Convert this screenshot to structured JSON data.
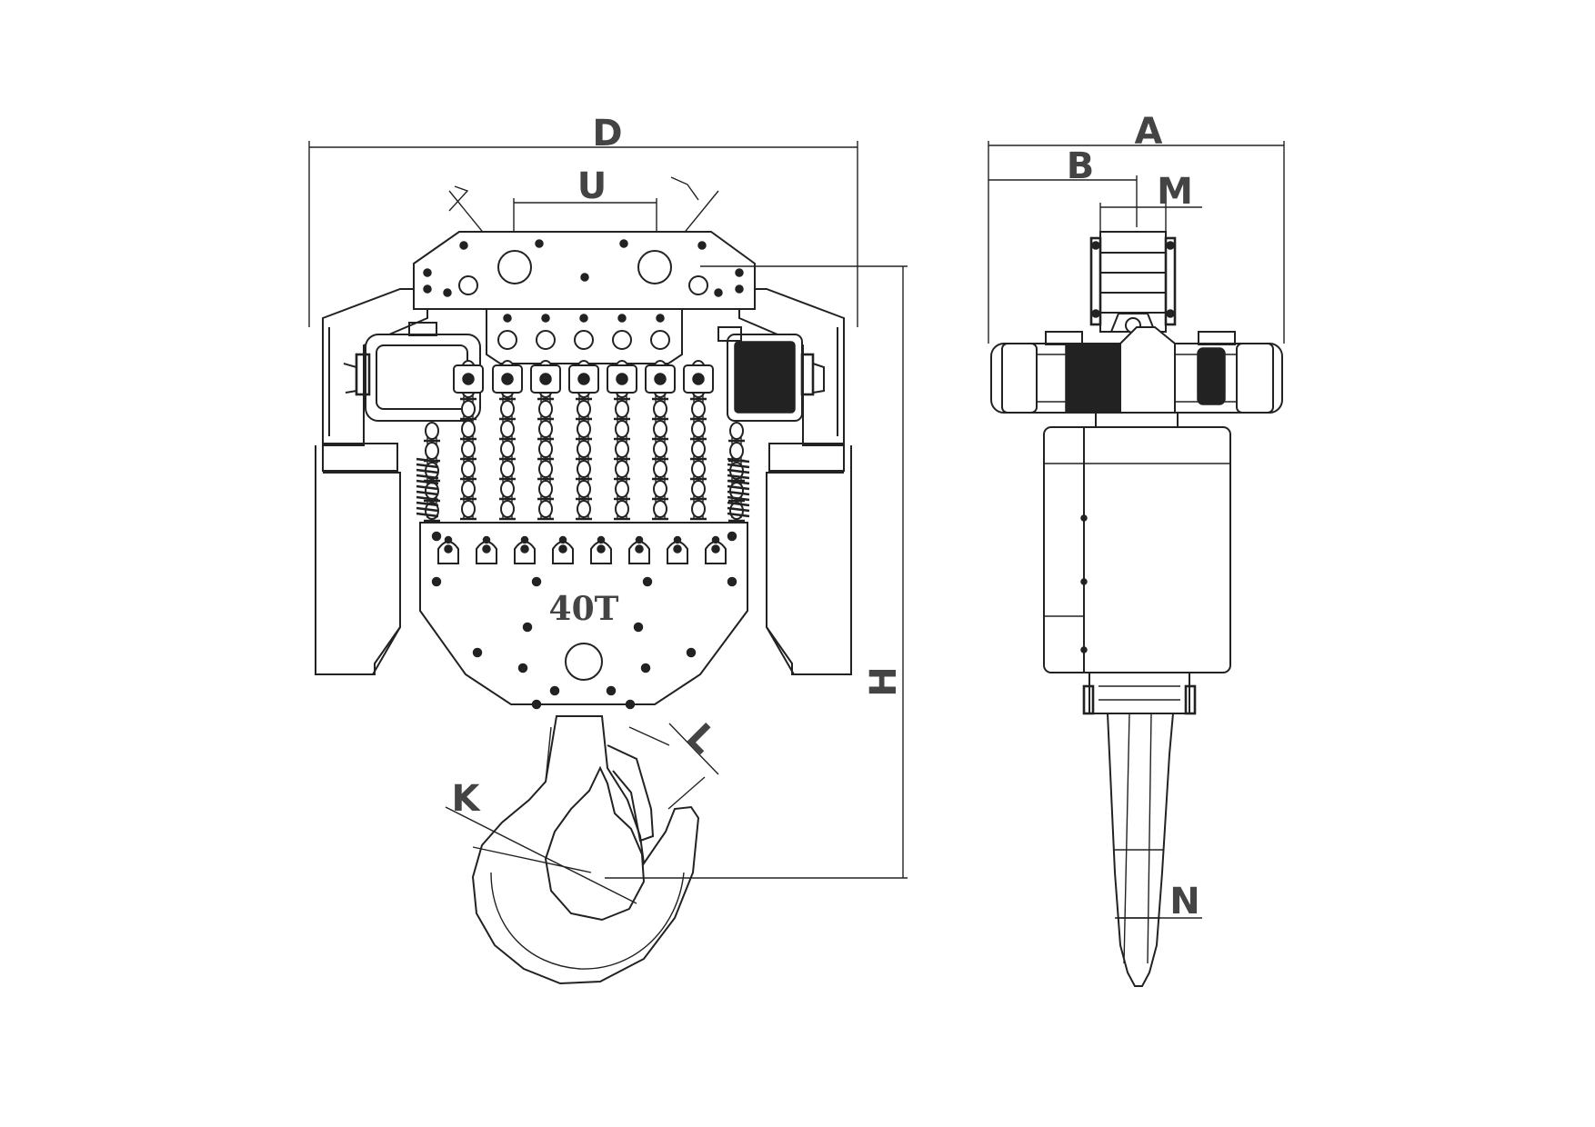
{
  "front_view": {
    "capacity_label": "40T",
    "dim_labels": {
      "D": "D",
      "U": "U",
      "H": "H",
      "K": "K",
      "L": "L"
    }
  },
  "side_view": {
    "dim_labels": {
      "A": "A",
      "B": "B",
      "M": "M",
      "N": "N"
    }
  },
  "colors": {
    "line": "#222222",
    "label": "#444444",
    "background": "#ffffff"
  }
}
